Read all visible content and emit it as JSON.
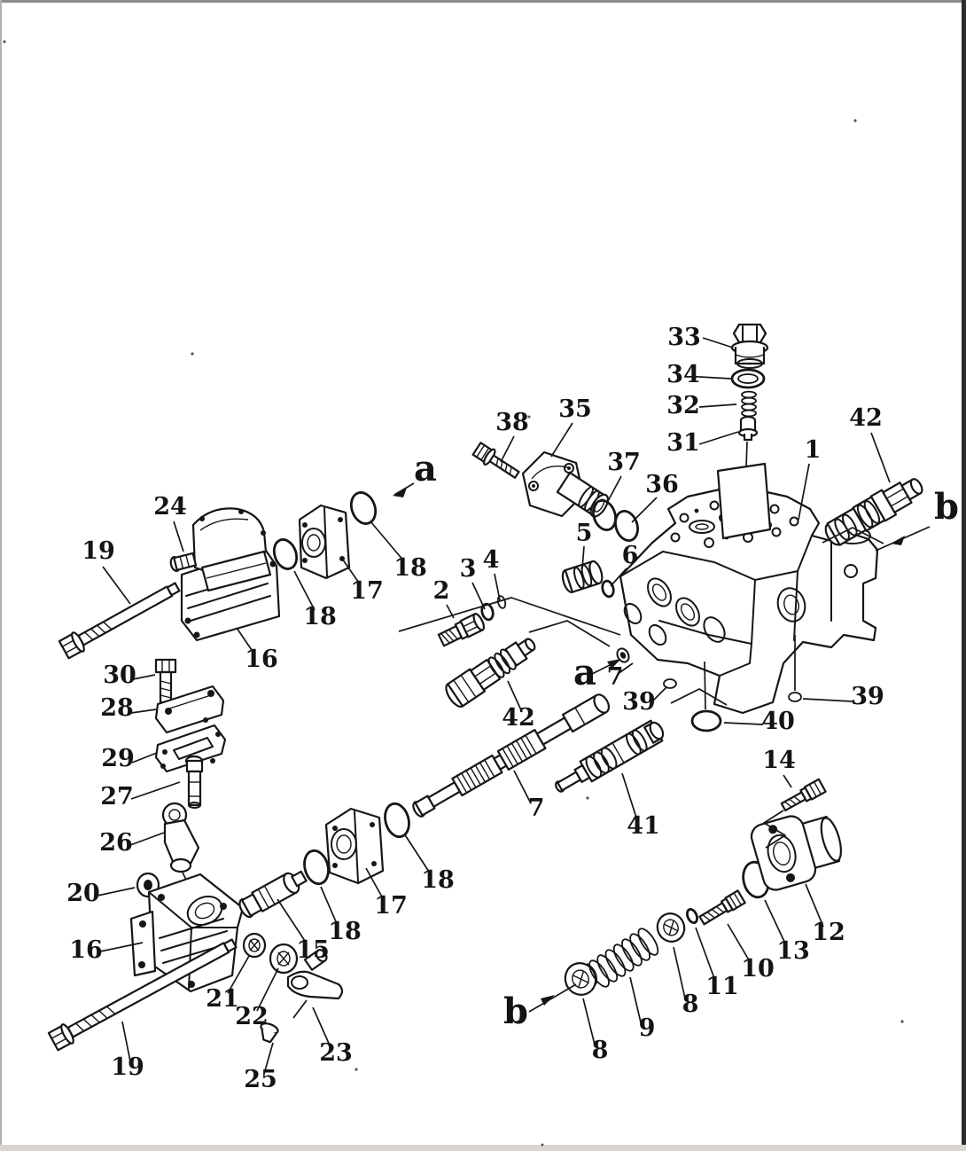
{
  "document": {
    "type": "exploded-parts-diagram",
    "description_visible_content": "black-and-white exploded view of a hydraulic control valve assembly with numbered callouts",
    "background_color": "#ffffff",
    "line_color": "#161616",
    "frame_colors": {
      "top": "#8a8a8a",
      "left": "#b3b0aa",
      "right": "#2e2b28",
      "bottom": "#d9d6cf"
    }
  },
  "callouts": [
    {
      "id": "callout-33",
      "text": "33"
    },
    {
      "id": "callout-34",
      "text": "34"
    },
    {
      "id": "callout-32",
      "text": "32"
    },
    {
      "id": "callout-31",
      "text": "31"
    },
    {
      "id": "callout-42-top-right",
      "text": "42"
    },
    {
      "id": "callout-b-top",
      "text": "b"
    },
    {
      "id": "callout-1",
      "text": "1"
    },
    {
      "id": "callout-38",
      "text": "38"
    },
    {
      "id": "callout-35",
      "text": "35"
    },
    {
      "id": "callout-37",
      "text": "37"
    },
    {
      "id": "callout-36",
      "text": "36"
    },
    {
      "id": "callout-a-top",
      "text": "a"
    },
    {
      "id": "callout-18-top-right",
      "text": "18"
    },
    {
      "id": "callout-17-top",
      "text": "17"
    },
    {
      "id": "callout-18-top-left",
      "text": "18"
    },
    {
      "id": "callout-24",
      "text": "24"
    },
    {
      "id": "callout-19-top",
      "text": "19"
    },
    {
      "id": "callout-16-top",
      "text": "16"
    },
    {
      "id": "callout-30",
      "text": "30"
    },
    {
      "id": "callout-28",
      "text": "28"
    },
    {
      "id": "callout-29",
      "text": "29"
    },
    {
      "id": "callout-27",
      "text": "27"
    },
    {
      "id": "callout-26",
      "text": "26"
    },
    {
      "id": "callout-20",
      "text": "20"
    },
    {
      "id": "callout-16-bottom",
      "text": "16"
    },
    {
      "id": "callout-21",
      "text": "21"
    },
    {
      "id": "callout-22",
      "text": "22"
    },
    {
      "id": "callout-15",
      "text": "15"
    },
    {
      "id": "callout-18-bottom-left",
      "text": "18"
    },
    {
      "id": "callout-17-bottom",
      "text": "17"
    },
    {
      "id": "callout-18-bottom-right",
      "text": "18"
    },
    {
      "id": "callout-23",
      "text": "23"
    },
    {
      "id": "callout-25",
      "text": "25"
    },
    {
      "id": "callout-19-bottom",
      "text": "19"
    },
    {
      "id": "callout-2",
      "text": "2"
    },
    {
      "id": "callout-3",
      "text": "3"
    },
    {
      "id": "callout-4",
      "text": "4"
    },
    {
      "id": "callout-5",
      "text": "5"
    },
    {
      "id": "callout-6",
      "text": "6"
    },
    {
      "id": "callout-42-middle",
      "text": "42"
    },
    {
      "id": "callout-a-bottom",
      "text": "a"
    },
    {
      "id": "callout-7-at-body",
      "text": "7"
    },
    {
      "id": "callout-39-left",
      "text": "39"
    },
    {
      "id": "callout-39-right",
      "text": "39"
    },
    {
      "id": "callout-40",
      "text": "40"
    },
    {
      "id": "callout-7-spool",
      "text": "7"
    },
    {
      "id": "callout-41",
      "text": "41"
    },
    {
      "id": "callout-14",
      "text": "14"
    },
    {
      "id": "callout-12",
      "text": "12"
    },
    {
      "id": "callout-13",
      "text": "13"
    },
    {
      "id": "callout-10",
      "text": "10"
    },
    {
      "id": "callout-11",
      "text": "11"
    },
    {
      "id": "callout-8-upper",
      "text": "8"
    },
    {
      "id": "callout-9",
      "text": "9"
    },
    {
      "id": "callout-8-lower",
      "text": "8"
    },
    {
      "id": "callout-b-bottom",
      "text": "b"
    }
  ]
}
